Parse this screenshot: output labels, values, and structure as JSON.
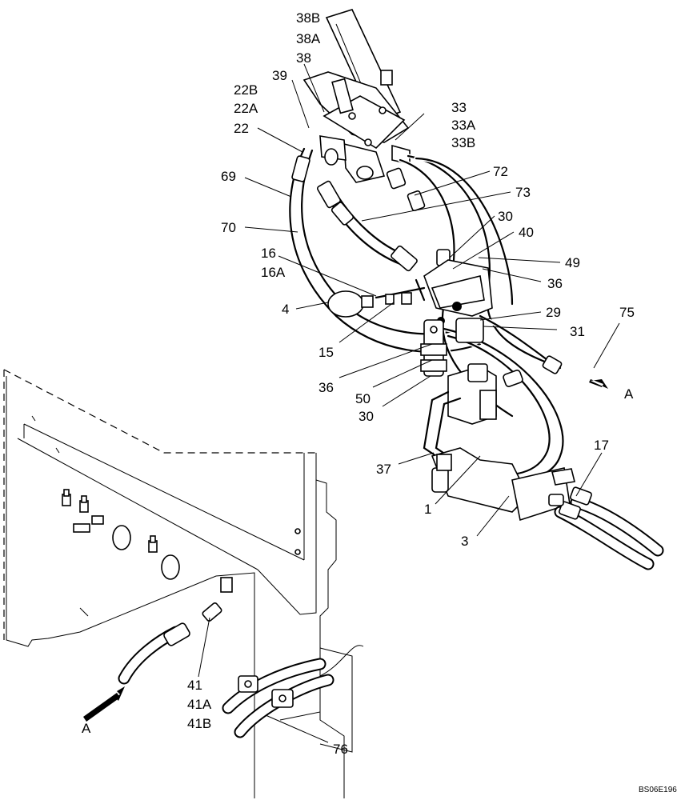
{
  "drawing_code": "BS06E196",
  "labels": {
    "l38B": "38B",
    "l38A": "38A",
    "l38": "38",
    "l39": "39",
    "l22B": "22B",
    "l22A": "22A",
    "l22": "22",
    "l33": "33",
    "l33A": "33A",
    "l33B": "33B",
    "l69": "69",
    "l70": "70",
    "l72": "72",
    "l73": "73",
    "l30a": "30",
    "l40": "40",
    "l49": "49",
    "l36a": "36",
    "l16": "16",
    "l16A": "16A",
    "l4": "4",
    "l29": "29",
    "l31": "31",
    "l75": "75",
    "l15": "15",
    "l36b": "36",
    "l50": "50",
    "l30b": "30",
    "lA1": "A",
    "l17": "17",
    "l37": "37",
    "l1": "1",
    "l3": "3",
    "l41": "41",
    "l41A": "41A",
    "l41B": "41B",
    "lA2": "A",
    "l76": "76"
  }
}
